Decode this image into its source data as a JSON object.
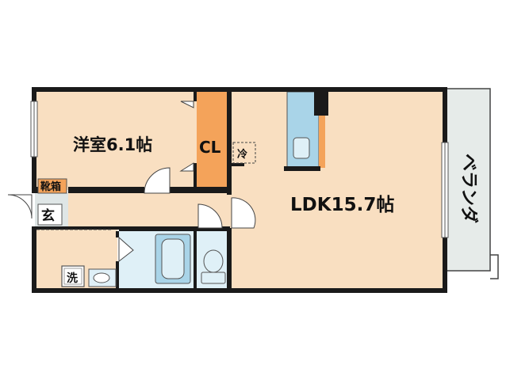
{
  "rooms": {
    "western_room": "洋室6.1帖",
    "closet": "CL",
    "ldk": "LDK15.7帖",
    "balcony": "ベランダ",
    "entrance": "玄",
    "shoe_box": "靴箱",
    "laundry": "洗",
    "fridge": "冷"
  },
  "colors": {
    "room_floor": "#f9dfc1",
    "closet": "#f4a35a",
    "wet_area": "#dff0f7",
    "fixture": "#a9d4e8",
    "balcony": "#e6ebe9",
    "wall": "#1a1a1a"
  }
}
